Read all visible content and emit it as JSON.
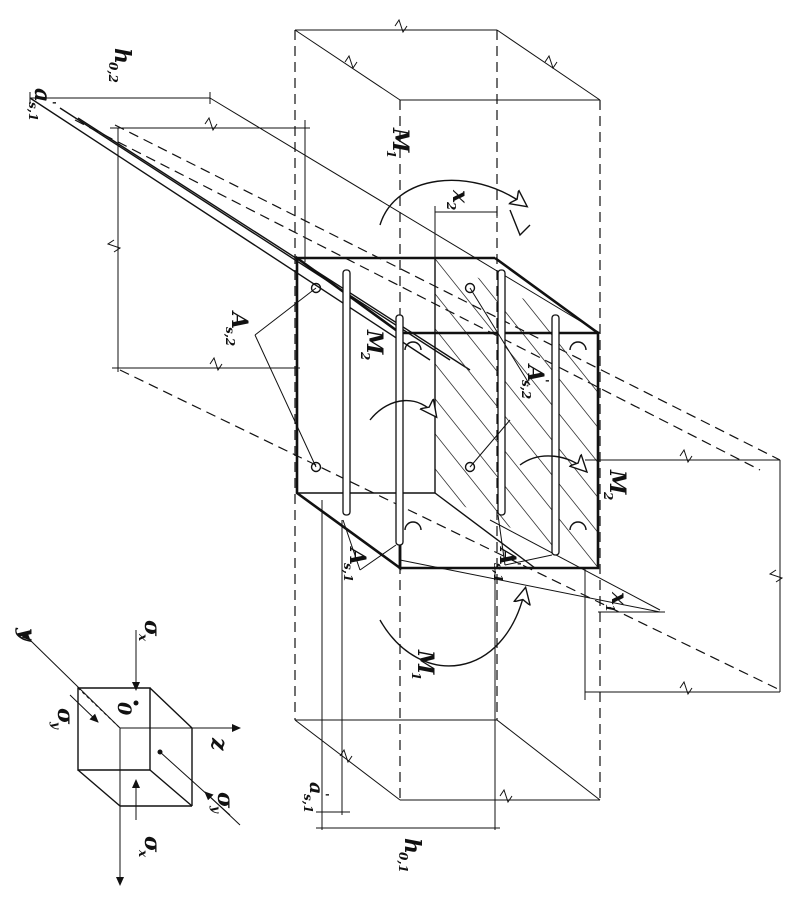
{
  "labels": {
    "h02": "h",
    "h02_sub": "0,2",
    "as1_top": "a",
    "as1_top_sub": "s,1",
    "as1_top_prime": "'",
    "M1_top": "M",
    "M1_top_sub": "1",
    "x2": "x",
    "x2_sub": "2",
    "As2": "A",
    "As2_sub": "s,2",
    "M2_center": "M",
    "M2_center_sub": "2",
    "As2p": "A",
    "As2p_prime": "'",
    "As2p_sub": "s,2",
    "M2_right": "M",
    "M2_right_sub": "2",
    "As1": "A",
    "As1_sub": "s,1",
    "As1p": "A",
    "As1p_prime": "'",
    "As1p_sub": "s,1",
    "x1": "x",
    "x1_sub": "1",
    "M1_bottom": "M",
    "M1_bottom_sub": "1",
    "as1_bottom": "a",
    "as1_bottom_prime": "'",
    "as1_bottom_sub": "s,1",
    "h01": "h",
    "h01_sub": "0,1"
  },
  "axes": {
    "y": "y",
    "z": "z",
    "origin": "0",
    "sigma_x_top": "σ",
    "sigma_x_top_sub": "x",
    "sigma_y_left": "σ",
    "sigma_y_left_sub": "y",
    "sigma_y_right": "σ",
    "sigma_y_right_sub": "y",
    "sigma_x_bottom": "σ",
    "sigma_x_bottom_sub": "x"
  }
}
